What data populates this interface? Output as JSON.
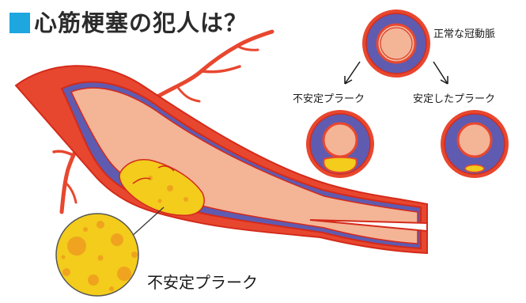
{
  "header": {
    "title_mark": "■",
    "title": "心筋梗塞の犯人は？"
  },
  "labels": {
    "normal_artery": "正常な冠動脈",
    "unstable_plaque": "不安定プラーク",
    "stable_plaque": "安定したプラーク",
    "zoom_caption": "不安定プラーク"
  },
  "colors": {
    "title_mark": "#1ea6df",
    "vessel_outer": "#e8472f",
    "vessel_dark": "#d42a1a",
    "vessel_wall_band": "#5f5bb0",
    "lumen": "#f4b496",
    "plaque": "#f3cc1c",
    "plaque_spot": "#f0a31e"
  }
}
